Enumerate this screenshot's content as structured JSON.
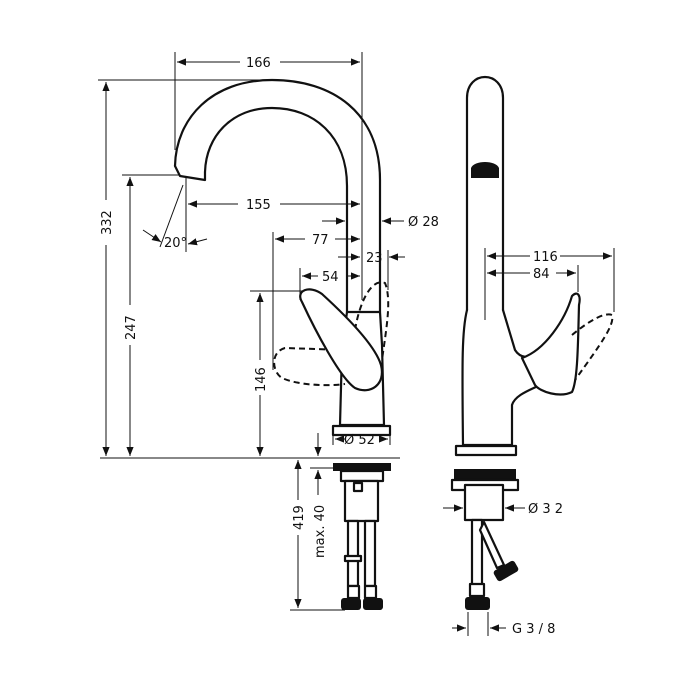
{
  "title": "Faucet technical drawing",
  "dimensions": {
    "spout_reach_total": "166",
    "height_total": "332",
    "spout_height": "247",
    "spout_reach": "155",
    "spout_angle": "20°",
    "spout_diameter": "Ø 28",
    "handle_reach": "77",
    "handle_offset": "54",
    "spout_offset": "23",
    "handle_height": "146",
    "base_diameter": "Ø 52",
    "shank_length": "419",
    "max_counter_thickness": "max. 40",
    "side_handle_reach_open": "116",
    "side_handle_reach": "84",
    "shank_diameter": "Ø 3 2",
    "connection_thread": "G 3 / 8"
  },
  "colors": {
    "line": "#111111",
    "background": "#ffffff"
  }
}
